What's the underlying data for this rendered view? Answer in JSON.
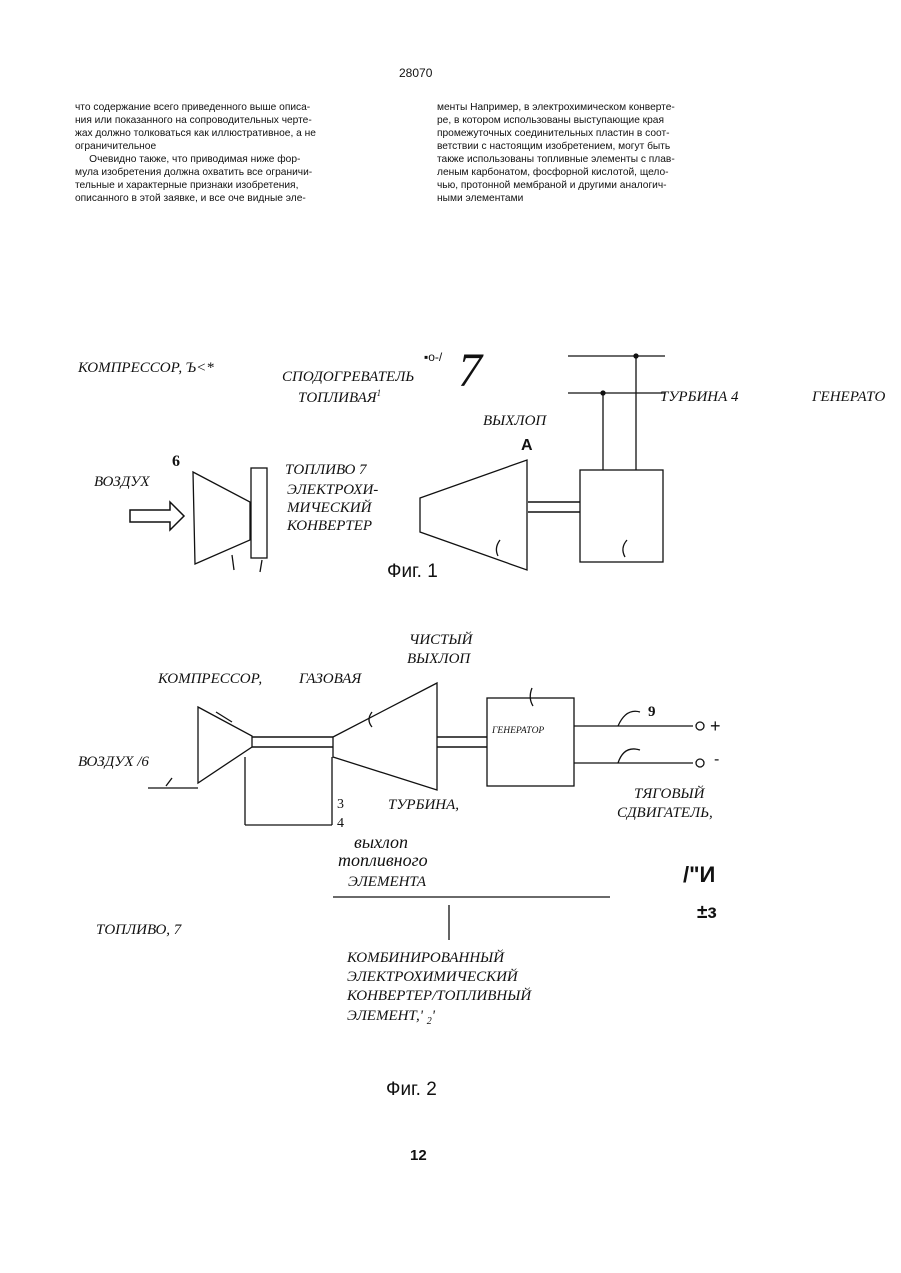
{
  "header": {
    "page_id": "28070"
  },
  "left_column": {
    "lines": [
      "что содержание всего приведенного выше описа-",
      "ния или показанного на сопроводительных черте-",
      "жах должно толковаться как иллюстративное, а не",
      "ограничительное",
      "     Очевидно также, что приводимая ниже фор-",
      "мула изобретения должна охватить все ограничи-",
      "тельные и характерные признаки изобретения,",
      "описанного в этой заявке, и все оче видные эле-"
    ]
  },
  "right_column": {
    "lines": [
      "менты Например, в электрохимическом конверте-",
      "ре, в котором использованы выступающие края",
      "промежуточных соединительных пластин в соот-",
      "ветствии с настоящим изобретением, могут быть",
      "также использованы топливные элементы с плав-",
      "леным карбонатом, фосфорной кислотой, щело-",
      "чью, протонной мембраной и другими аналогич-",
      "ными элементами"
    ]
  },
  "figure1": {
    "caption": "Фиг. 1",
    "labels": {
      "compressor": "КОМПРЕССОР, Ъ<*",
      "heater_line1": "СПОДОГРЕВАТЕЛЬ",
      "heater_line2": "ТОПЛИВАЯ",
      "heater_sup": "1",
      "misc_mark": "▪о-/",
      "big_seven": "7",
      "turbine": "ТУРБИНА 4",
      "generator": "ГЕНЕРАТО",
      "exhaust": "ВЫХЛОП",
      "exhaust_mark": "А",
      "six": "6",
      "air": "ВОЗДУХ",
      "fuel": "ТОПЛИВО 7",
      "converter_line1": "ЭЛЕКТРОХИ-",
      "converter_line2": "МИЧЕСКИЙ",
      "converter_line3": "КОНВЕРТЕР"
    }
  },
  "figure2": {
    "caption": "Фиг. 2",
    "labels": {
      "clean_exhaust_line1": "ЧИСТЫЙ",
      "clean_exhaust_line2": "ВЫХЛОП",
      "compressor": "КОМПРЕССОР,",
      "gas": "ГАЗОВАЯ",
      "nine": "9",
      "plus": "+",
      "minus": "-",
      "generator_box": "ГЕНЕРАТОР",
      "air": "ВОЗДУХ /6",
      "turbine": "ТУРБИНА,",
      "motor_line1": "ТЯГОВЫЙ",
      "motor_line2": "СДВИГАТЕЛЬ,",
      "three": "3",
      "four": "4",
      "fc_exhaust_line1": "выхлоп",
      "fc_exhaust_line2": "топливного",
      "fc_exhaust_line3": "ЭЛЕМЕНТА",
      "mark_right": "/\"И",
      "mark_right2": "±з",
      "fuel": "ТОПЛИВО, 7",
      "combined_line1": "КОМБИНИРОВАННЫЙ",
      "combined_line2": "ЭЛЕКТРОХИМИЧЕСКИЙ",
      "combined_line3": "КОНВЕРТЕР/ТОПЛИВНЫЙ",
      "combined_line4": "ЭЛЕМЕНТ,' ",
      "combined_sub": "2",
      "combined_tail": "'"
    }
  },
  "footer": {
    "page_number": "12"
  }
}
